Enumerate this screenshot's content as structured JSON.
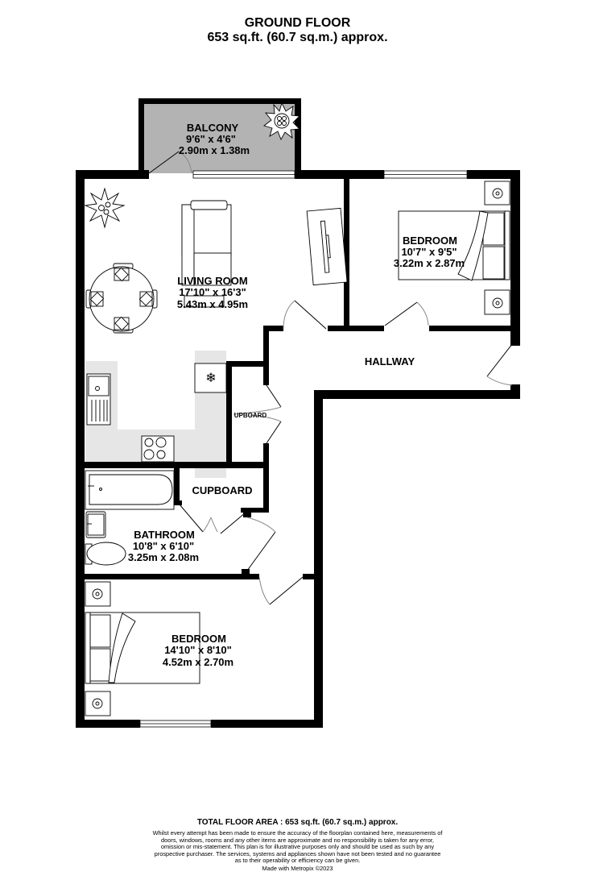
{
  "header": {
    "floor_name": "GROUND FLOOR",
    "floor_area": "653 sq.ft. (60.7 sq.m.) approx."
  },
  "rooms": {
    "balcony": {
      "name": "BALCONY",
      "imperial": "9'6\"  x 4'6\"",
      "metric": "2.90m  x 1.38m"
    },
    "living_room": {
      "name": "LIVING ROOM",
      "imperial": "17'10\"  x 16'3\"",
      "metric": "5.43m  x 4.95m"
    },
    "bedroom_1": {
      "name": "BEDROOM",
      "imperial": "10'7\"  x 9'5\"",
      "metric": "3.22m  x 2.87m"
    },
    "hallway": {
      "name": "HALLWAY"
    },
    "cupboard_small": {
      "name": "CUPBOARD",
      "visible_text": "UPBOARD"
    },
    "cupboard": {
      "name": "CUPBOARD"
    },
    "bathroom": {
      "name": "BATHROOM",
      "imperial": "10'8\"  x 6'10\"",
      "metric": "3.25m  x 2.08m"
    },
    "bedroom_2": {
      "name": "BEDROOM",
      "imperial": "14'10\"  x 8'10\"",
      "metric": "4.52m  x 2.70m"
    }
  },
  "colors": {
    "wall": "#000000",
    "balcony_fill": "#b3b3b3",
    "kitchen_counter": "#e6e6e6",
    "background": "#ffffff"
  },
  "footer": {
    "total_area": "TOTAL FLOOR AREA : 653 sq.ft. (60.7 sq.m.) approx.",
    "disclaimer": "Whilst every attempt has been made to ensure the accuracy of the floorplan contained here, measurements of doors, windows, rooms and any other items are approximate and no responsibility is taken for any error, omission or mis-statement. This plan is for illustrative purposes only and should be used as such by any prospective purchaser. The services, systems and appliances shown have not been tested and no guarantee as to their operability or efficiency can be given.",
    "made_with": "Made with Metropix ©2023"
  }
}
